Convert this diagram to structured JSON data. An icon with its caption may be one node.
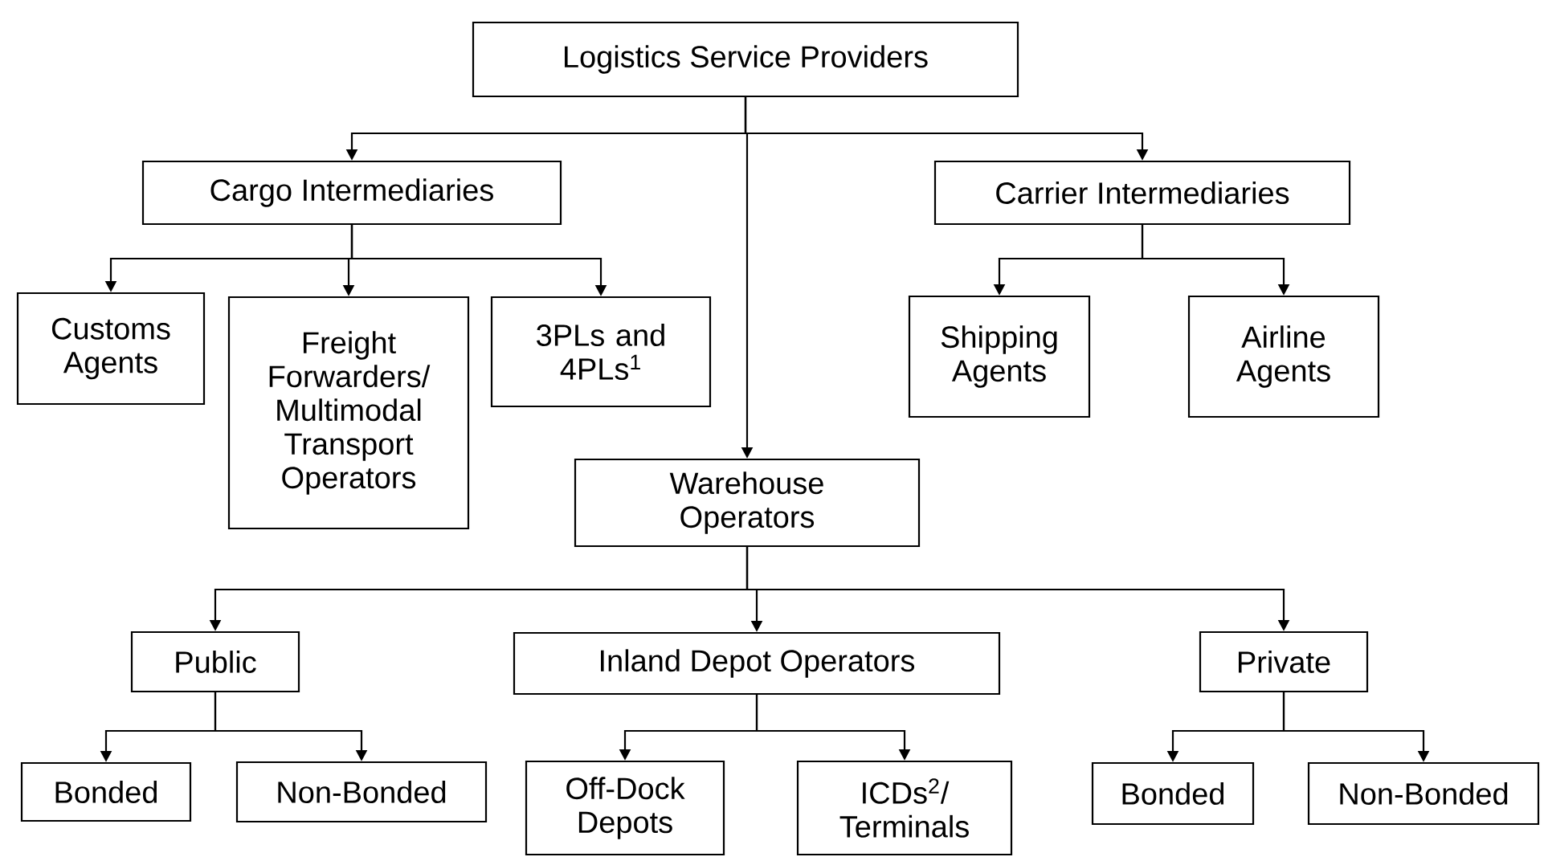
{
  "diagram": {
    "nodes": [
      {
        "text": [
          "Logistics Service Providers"
        ]
      },
      {
        "text": [
          "Cargo Intermediaries"
        ]
      },
      {
        "text": [
          "Carrier Intermediaries"
        ]
      },
      {
        "text": [
          "Customs Agents"
        ]
      },
      {
        "text": [
          "Freight Forwarders/ Multimodal Transport Operators"
        ]
      },
      {
        "text": [
          "3PLs and 4PLs$^{1}$"
        ]
      },
      {
        "text": [
          "Shipping Agents"
        ]
      },
      {
        "text": [
          "Airline Agents"
        ]
      },
      {
        "text": [
          "Warehouse Operators"
        ]
      },
      {
        "text": [
          "Public"
        ]
      },
      {
        "text": [
          "Inland Depot Operators"
        ]
      },
      {
        "text": [
          "Private"
        ]
      },
      {
        "text": [
          "Bonded"
        ]
      },
      {
        "text": [
          "Non-Bonded"
        ]
      },
      {
        "text": [
          "Off-Dock Depots"
        ]
      },
      {
        "text": [
          "ICDs$^{2}$/ Terminals"
        ]
      },
      {
        "text": [
          "Bonded"
        ]
      },
      {
        "text": [
          "Non-Bonded"
        ]
      }
    ],
    "edges": [
      {
        "from": 0,
        "to": 1,
        "arrow": "to"
      },
      {
        "from": 0,
        "to": 2,
        "arrow": "to"
      },
      {
        "from": 0,
        "to": 8,
        "arrow": "to"
      },
      {
        "from": 1,
        "to": 3,
        "arrow": "to"
      },
      {
        "from": 1,
        "to": 4,
        "arrow": "to"
      },
      {
        "from": 1,
        "to": 5,
        "arrow": "to"
      },
      {
        "from": 2,
        "to": 6,
        "arrow": "to"
      },
      {
        "from": 2,
        "to": 7,
        "arrow": "to"
      },
      {
        "from": 8,
        "to": 9,
        "arrow": "to"
      },
      {
        "from": 8,
        "to": 10,
        "arrow": "to"
      },
      {
        "from": 8,
        "to": 11,
        "arrow": "to"
      },
      {
        "from": 9,
        "to": 12,
        "arrow": "to"
      },
      {
        "from": 9,
        "to": 13,
        "arrow": "to"
      },
      {
        "from": 10,
        "to": 14,
        "arrow": "to"
      },
      {
        "from": 10,
        "to": 15,
        "arrow": "to"
      },
      {
        "from": 11,
        "to": 16,
        "arrow": "to"
      },
      {
        "from": 11,
        "to": 17,
        "arrow": "to"
      }
    ]
  }
}
